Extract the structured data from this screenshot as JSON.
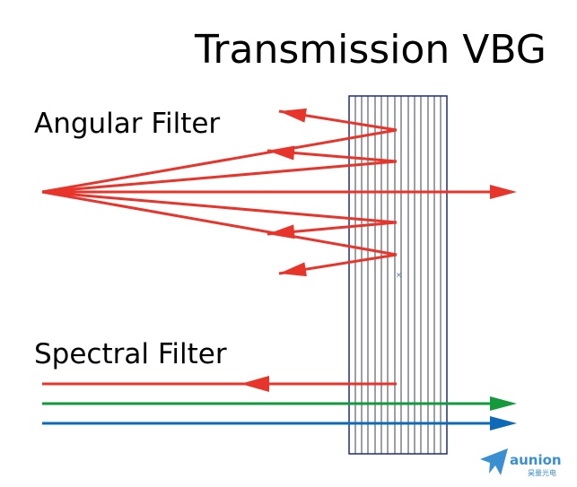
{
  "title": "Transmission VBG",
  "angular_label": "Angular Filter",
  "spectral_label": "Spectral Filter",
  "logo": {
    "name": "aunion",
    "subtitle": "昊量光电"
  },
  "colors": {
    "red": "#e8352b",
    "green": "#149a3c",
    "blue": "#0c6ab8",
    "grating": "#1e2d7a",
    "logo": "#3a8fd0"
  },
  "icons": [
    "paper-plane-logo-icon"
  ]
}
